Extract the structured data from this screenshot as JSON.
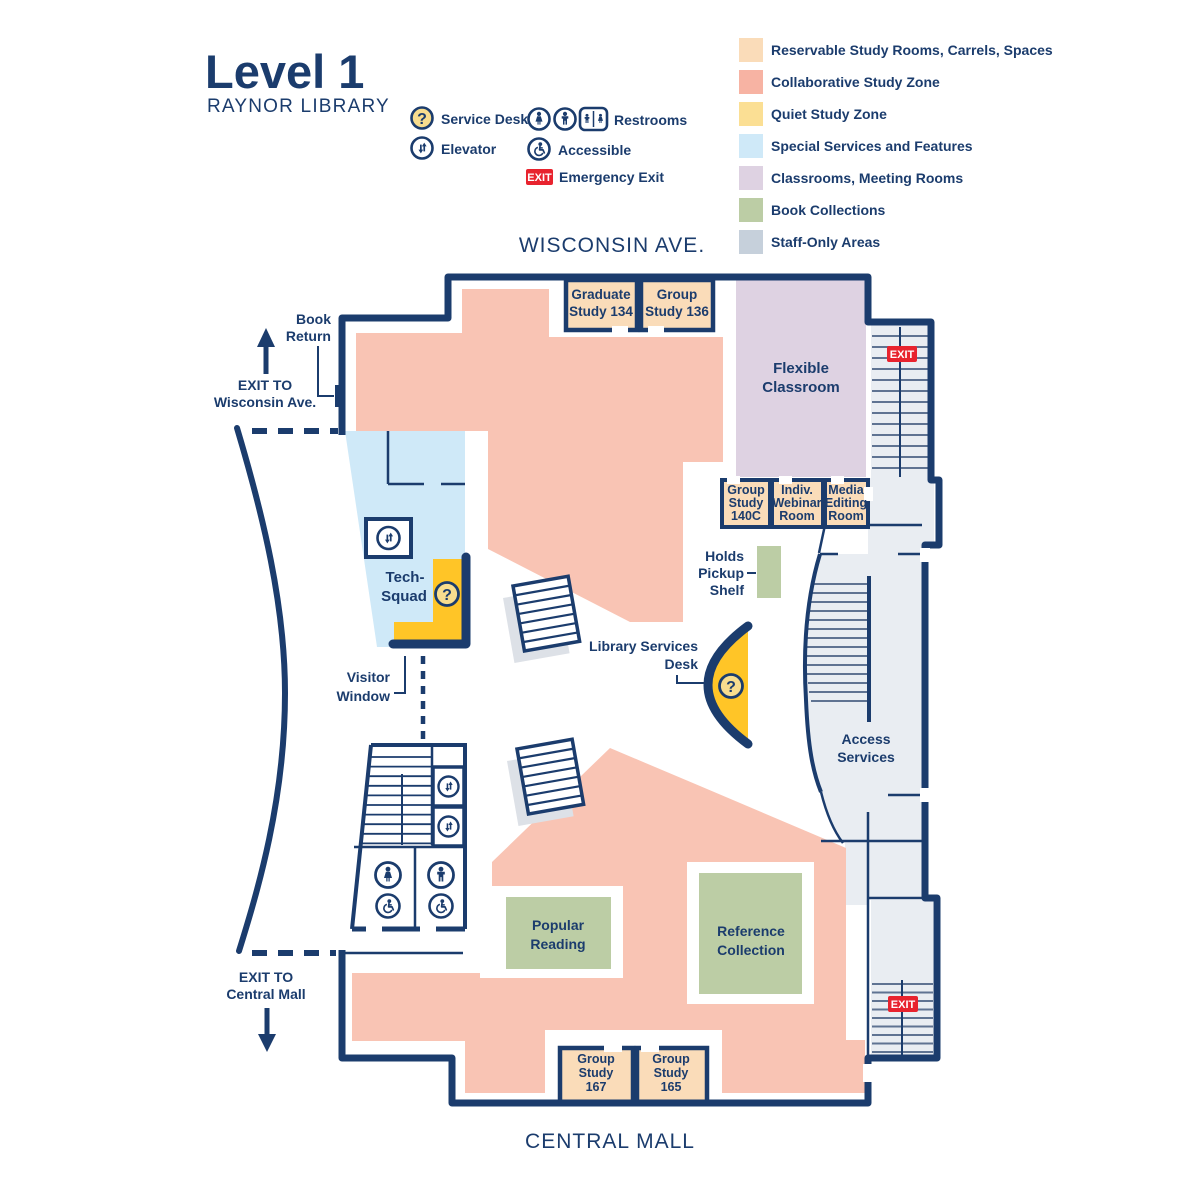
{
  "title": {
    "main": "Level 1",
    "sub": "RAYNOR LIBRARY"
  },
  "streets": {
    "top": "WISCONSIN AVE.",
    "bottom": "CENTRAL MALL"
  },
  "badges": {
    "exit": "EXIT"
  },
  "icons": {
    "question": "?"
  },
  "legend": {
    "icons": {
      "service_desk": "Service Desk",
      "elevator": "Elevator",
      "restrooms": "Restrooms",
      "accessible": "Accessible",
      "emergency_exit": "Emergency Exit"
    },
    "zones": [
      {
        "label": "Reservable Study Rooms, Carrels, Spaces",
        "color": "#fadcb9"
      },
      {
        "label": "Collaborative Study Zone",
        "color": "#f7b3a3"
      },
      {
        "label": "Quiet Study Zone",
        "color": "#fbdf94"
      },
      {
        "label": "Special Services and Features",
        "color": "#cfe9f8"
      },
      {
        "label": "Classrooms, Meeting Rooms",
        "color": "#ded2e2"
      },
      {
        "label": "Book Collections",
        "color": "#bccda5"
      },
      {
        "label": "Staff-Only Areas",
        "color": "#c6d0db"
      }
    ]
  },
  "rooms": {
    "graduate_study_134": [
      "Graduate",
      "Study 134"
    ],
    "group_study_136": [
      "Group",
      "Study 136"
    ],
    "flexible_classroom": [
      "Flexible",
      "Classroom"
    ],
    "group_study_140c": [
      "Group",
      "Study",
      "140C"
    ],
    "indiv_webinar_room": [
      "Indiv.",
      "Webinar",
      "Room"
    ],
    "media_editing_room": [
      "Media",
      "Editing",
      "Room"
    ],
    "tech_squad": [
      "Tech-",
      "Squad"
    ],
    "access_services": [
      "Access",
      "Services"
    ],
    "popular_reading": [
      "Popular",
      "Reading"
    ],
    "reference_collection": [
      "Reference",
      "Collection"
    ],
    "group_study_167": [
      "Group",
      "Study",
      "167"
    ],
    "group_study_165": [
      "Group",
      "Study",
      "165"
    ]
  },
  "callouts": {
    "book_return": [
      "Book",
      "Return"
    ],
    "exit_wisconsin": [
      "EXIT TO",
      "Wisconsin Ave."
    ],
    "exit_central": [
      "EXIT TO",
      "Central Mall"
    ],
    "visitor_window": [
      "Visitor",
      "Window"
    ],
    "holds_pickup": [
      "Holds",
      "Pickup",
      "Shelf"
    ],
    "library_services_desk": [
      "Library Services",
      "Desk"
    ]
  },
  "colors": {
    "navy": "#1b3c6d",
    "peach": "#fadcb9",
    "salmon_zone": "#f9c4b4",
    "gold": "#ffc527",
    "pale_yellow": "#f8dd8e",
    "light_blue": "#cfe9f8",
    "lavender": "#ded2e2",
    "green": "#bccda5",
    "staff_area": "#e9edf2",
    "stair_line": "#5f7392",
    "shadow": "#dde1e7",
    "exit_red": "#e8232e"
  }
}
